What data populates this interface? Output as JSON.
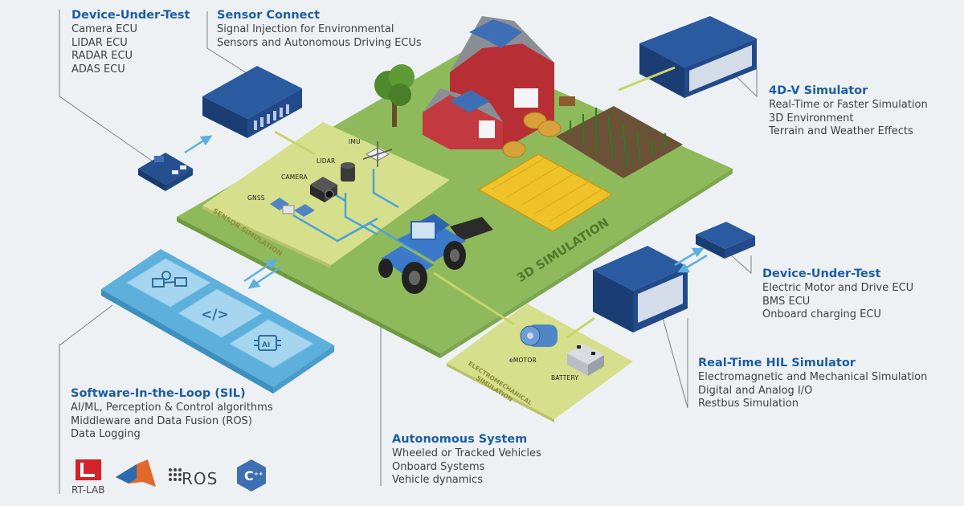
{
  "callouts": {
    "dut_top": {
      "title": "Device-Under-Test",
      "lines": [
        "Camera ECU",
        "LIDAR ECU",
        "RADAR ECU",
        "ADAS ECU"
      ]
    },
    "sensor_connect": {
      "title": "Sensor Connect",
      "lines": [
        "Signal Injection for Environmental",
        "Sensors and Autonomous Driving ECUs"
      ]
    },
    "simulator_4dv": {
      "title": "4D-V Simulator",
      "lines": [
        "Real-Time or Faster Simulation",
        "3D Environment",
        "Terrain and Weather Effects"
      ]
    },
    "dut_right": {
      "title": "Device-Under-Test",
      "lines": [
        "Electric Motor and Drive ECU",
        "BMS ECU",
        "Onboard charging ECU"
      ]
    },
    "hil": {
      "title": "Real-Time HIL Simulator",
      "lines": [
        "Electromagnetic and Mechanical Simulation",
        "Digital and Analog I/O",
        "Restbus Simulation"
      ]
    },
    "sil": {
      "title": "Software-In-the-Loop (SIL)",
      "lines": [
        "AI/ML, Perception & Control algorithms",
        "Middleware and Data Fusion (ROS)",
        "Data Logging"
      ]
    },
    "autonomous": {
      "title": "Autonomous System",
      "lines": [
        "Wheeled or Tracked Vehicles",
        "Onboard Systems",
        "Vehicle dynamics"
      ]
    }
  },
  "zones": {
    "sensor_simulation": "SENSOR SIMULATION",
    "simulation_3d": "3D SIMULATION",
    "electromechanical": [
      "ELECTROMECHANICAL",
      "SIMULATION"
    ]
  },
  "sensor_labels": {
    "imu": "IMU",
    "lidar": "LIDAR",
    "camera": "CAMERA",
    "gnss": "GNSS"
  },
  "device_labels": {
    "emotor": "eMOTOR",
    "battery": "BATTERY"
  },
  "logos": {
    "rtlab": "RT-LAB",
    "ros": "ROS"
  },
  "colors": {
    "title_blue": "#1b5da6",
    "green_field": "#8fba5c",
    "sensor_zone": "#d6df8c",
    "sil_blue": "#5cb0db",
    "navy_hw": "#1f3f7a",
    "red_barn": "#b72e35"
  }
}
